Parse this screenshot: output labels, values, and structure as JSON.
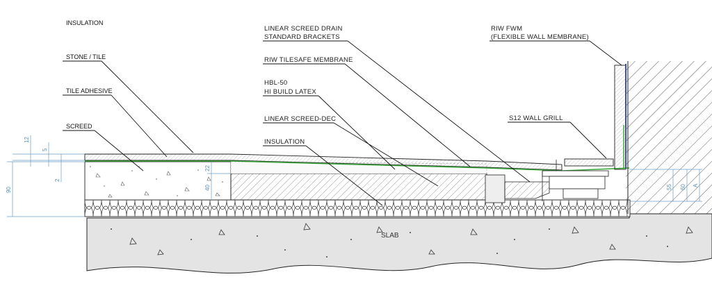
{
  "labels": {
    "insulation_title": "INSULATION",
    "stone_tile": "STONE / TILE",
    "tile_adhesive": "TILE ADHESIVE",
    "screed": "SCREED",
    "drain_line1": "LINEAR SCREED DRAIN",
    "drain_line2": "STANDARD BRACKETS",
    "tilesafe": "RIW TILESAFE MEMBRANE",
    "hbl_line1": "HBL-50",
    "hbl_line2": "HI BUILD LATEX",
    "screed_dec": "LINEAR SCREED-DEC",
    "insulation": "INSULATION",
    "fwm_line1": "RIW FWM",
    "fwm_line2": "(FLEXIBLE WALL MEMBRANE)",
    "wall_grill": "S12 WALL GRILL",
    "slab": "SLAB"
  },
  "dimensions": {
    "d12": "12",
    "d5": "5",
    "d2": "2",
    "d90": "90",
    "d22": "22",
    "d40": "40",
    "d55": "55",
    "d60": "60",
    "dA": "A"
  },
  "colors": {
    "membrane_green": "#3aa63a",
    "dimension_blue": "#6a9cc4",
    "fwm_blue": "#2b3f9e",
    "line": "#111111"
  }
}
